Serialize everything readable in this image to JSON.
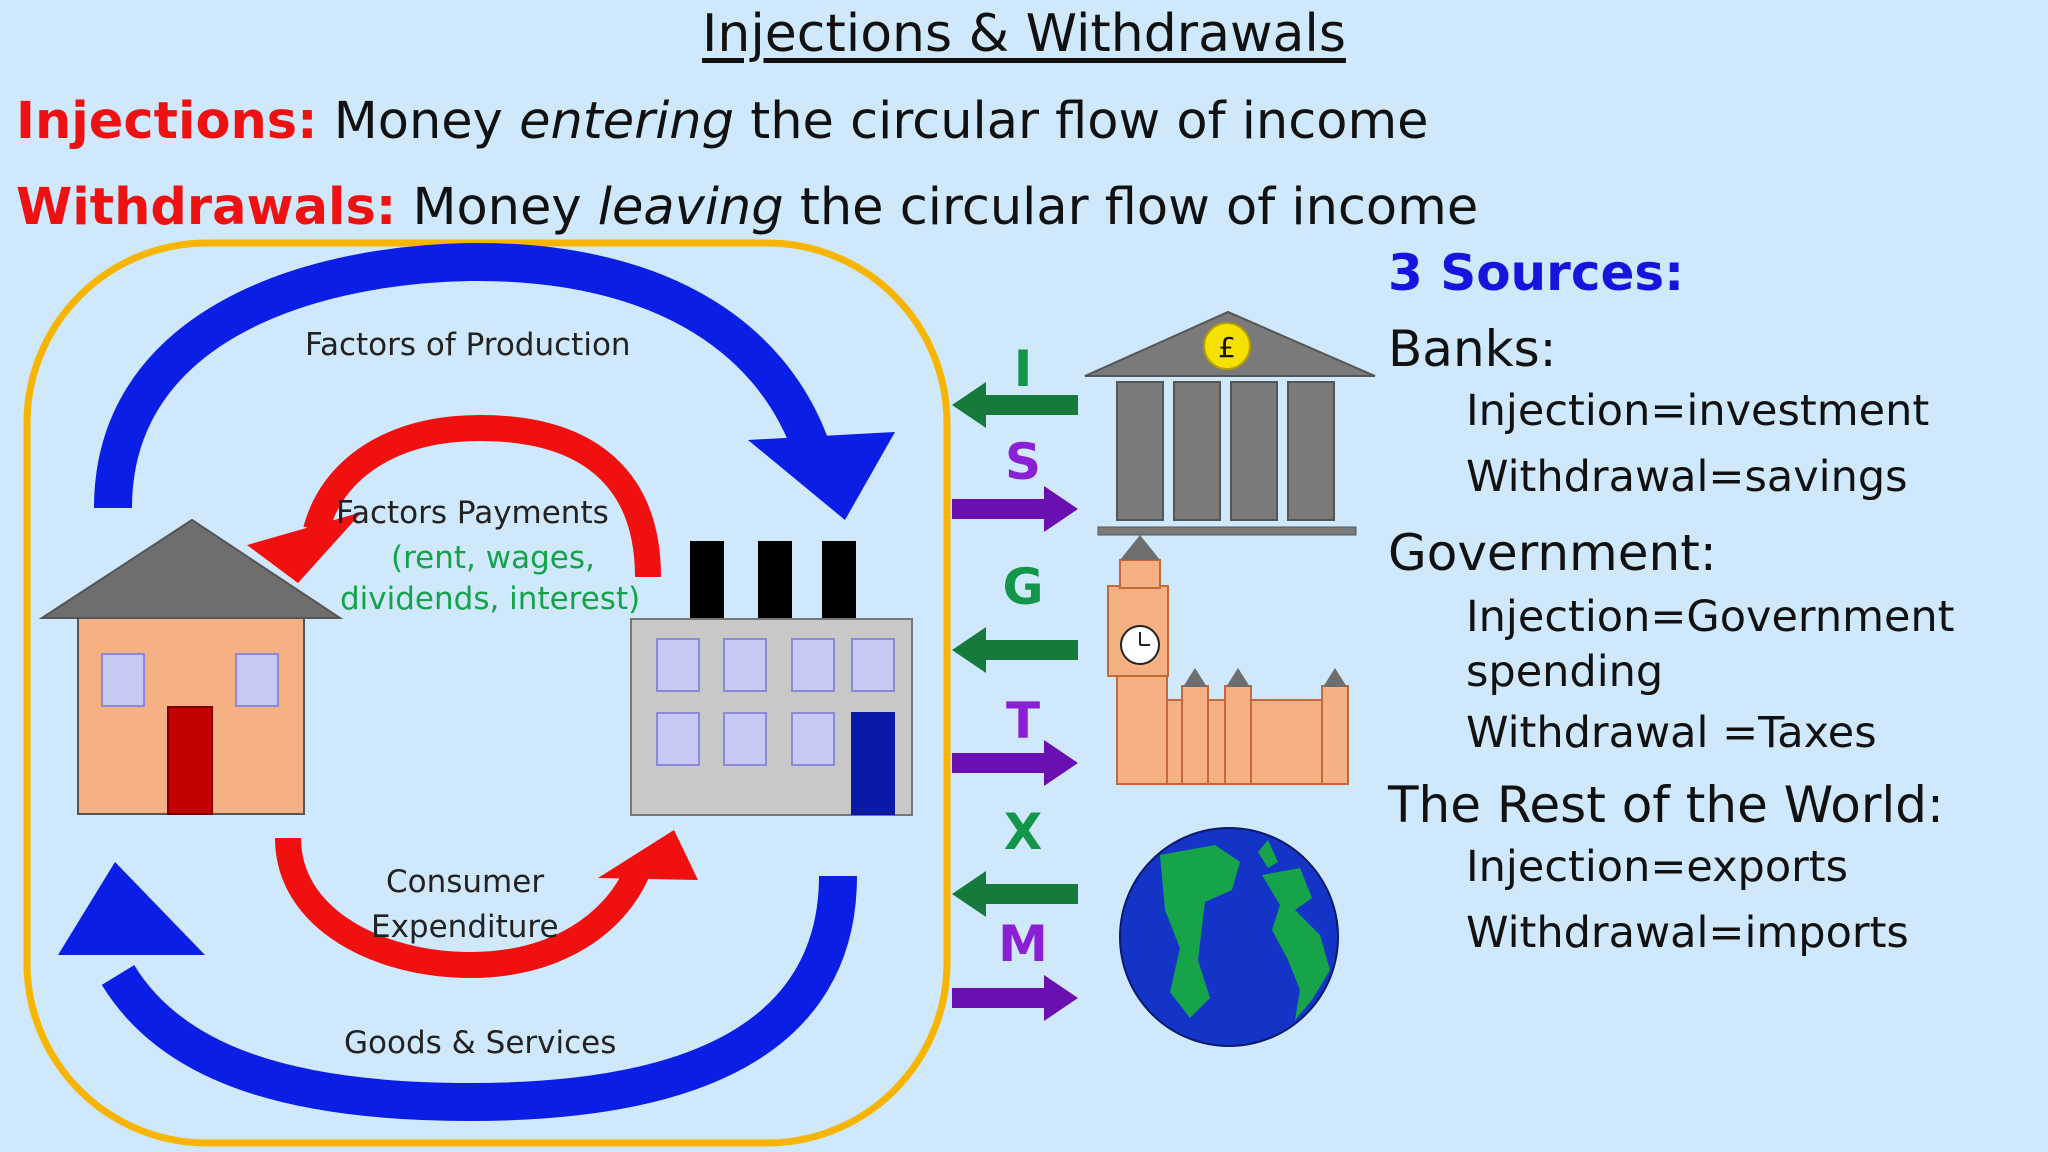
{
  "title": "Injections & Withdrawals",
  "definitions": [
    {
      "term": "Injections:",
      "before": " Money ",
      "emph": "entering",
      "after": " the circular flow of income"
    },
    {
      "term": "Withdrawals:",
      "before": " Money ",
      "emph": "leaving",
      "after": " the circular flow of income"
    }
  ],
  "flow_labels": {
    "factors_of_production": "Factors of Production",
    "factors_payments": "Factors Payments",
    "factors_payments_detail_1": "(rent, wages,",
    "factors_payments_detail_2": "dividends, interest)",
    "consumer_1": "Consumer",
    "consumer_2": "Expenditure",
    "goods_services": "Goods & Services"
  },
  "flow_letters": [
    "I",
    "S",
    "G",
    "T",
    "X",
    "M"
  ],
  "bank_symbol": "£",
  "sources": {
    "heading": "3 Sources:",
    "groups": [
      {
        "name": "Banks:",
        "injection": "Injection=investment",
        "withdrawal": "Withdrawal=savings"
      },
      {
        "name": "Government:",
        "injection": "Injection=Government spending",
        "withdrawal": "Withdrawal =Taxes"
      },
      {
        "name": "The Rest of the World:",
        "injection": "Injection=exports",
        "withdrawal": "Withdrawal=imports"
      }
    ]
  },
  "colors": {
    "background": "#cfe8fb",
    "boundary": "#f7b500",
    "blue_arrow": "#0a1ee6",
    "red_arrow": "#f01010",
    "injection_arrow": "#157a3c",
    "withdrawal_arrow": "#6a10b0",
    "term_red": "#ee1111",
    "source_heading": "#1515dd"
  }
}
